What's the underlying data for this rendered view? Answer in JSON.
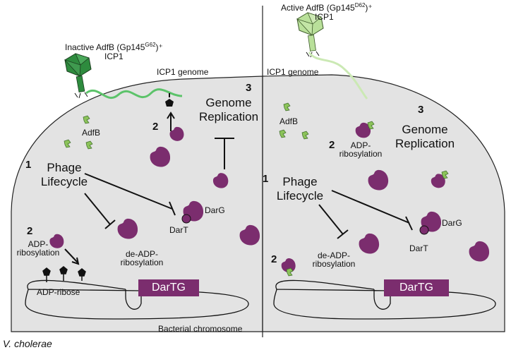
{
  "species_label": "V. cholerae",
  "left_panel": {
    "phage_title": "Inactive AdfB (Gp145",
    "phage_sup": "G62",
    "phage_title_end": ")⁺",
    "phage_name": "ICP1",
    "genome_label": "ICP1 genome",
    "adfb_label": "AdfB",
    "step1_num": "1",
    "step1_line1": "Phage",
    "step1_line2": "Lifecycle",
    "step2_num_a": "2",
    "step2_num_b": "2",
    "step3_num": "3",
    "step3_line1": "Genome",
    "step3_line2": "Replication",
    "adp_line1": "ADP-",
    "adp_line2": "ribosylation",
    "dearib_line1": "de-ADP-",
    "dearib_line2": "ribosylation",
    "darg_label": "DarG",
    "dart_label": "DarT",
    "adp_ribose_label": "ADP-ribose",
    "dartg_box": "DarTG",
    "chromosome_label": "Bacterial chromosome"
  },
  "right_panel": {
    "phage_title": "Active AdfB (Gp145",
    "phage_sup": "D62",
    "phage_title_end": ")⁺",
    "phage_name": "ICP1",
    "genome_label": "ICP1 genome",
    "adfb_label": "AdfB",
    "step1_num": "1",
    "step1_line1": "Phage",
    "step1_line2": "Lifecycle",
    "step2_num_a": "2",
    "step2_num_b": "2",
    "step3_num": "3",
    "step3_line1": "Genome",
    "step3_line2": "Replication",
    "adp_line1": "ADP-",
    "adp_line2": "ribosylation",
    "dearib_line1": "de-ADP-",
    "dearib_line2": "ribosylation",
    "darg_label": "DarG",
    "dart_label": "DarT",
    "dartg_box": "DarTG"
  },
  "colors": {
    "cell_fill": "#e3e3e3",
    "protein": "#7b2d6e",
    "phage_dark": "#2e8b3e",
    "phage_light": "#b9e09a",
    "adfb_green": "#8cc35a",
    "genome_dark": "#5cc36a",
    "genome_light": "#cbe9b4"
  }
}
